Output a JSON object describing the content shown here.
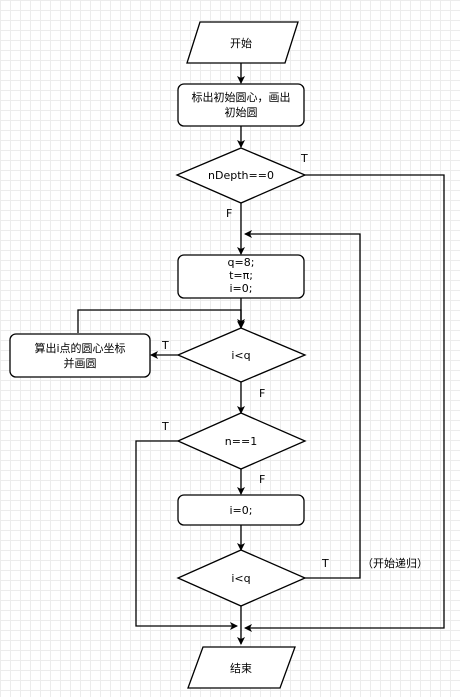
{
  "nodes": {
    "start": "开始",
    "mark_center_line1": "标出初始圆心，画出",
    "mark_center_line2": "初始圆",
    "depth_check": "nDepth==0",
    "init_line1": "q=8;",
    "init_line2": "t=π;",
    "init_line3": "i=0;",
    "loop_check": "i<q",
    "calc_line1": "算出i点的圆心坐标",
    "calc_line2": "并画圆",
    "n_check": "n==1",
    "reset_i": "i=0;",
    "loop_check2": "i<q",
    "end": "结束"
  },
  "edge_labels": {
    "depth_true": "T",
    "depth_false": "F",
    "loop_true": "T",
    "loop_false": "F",
    "n_true": "T",
    "n_false": "F",
    "recurse_true": "T",
    "recurse_note": "（开始递归）"
  }
}
